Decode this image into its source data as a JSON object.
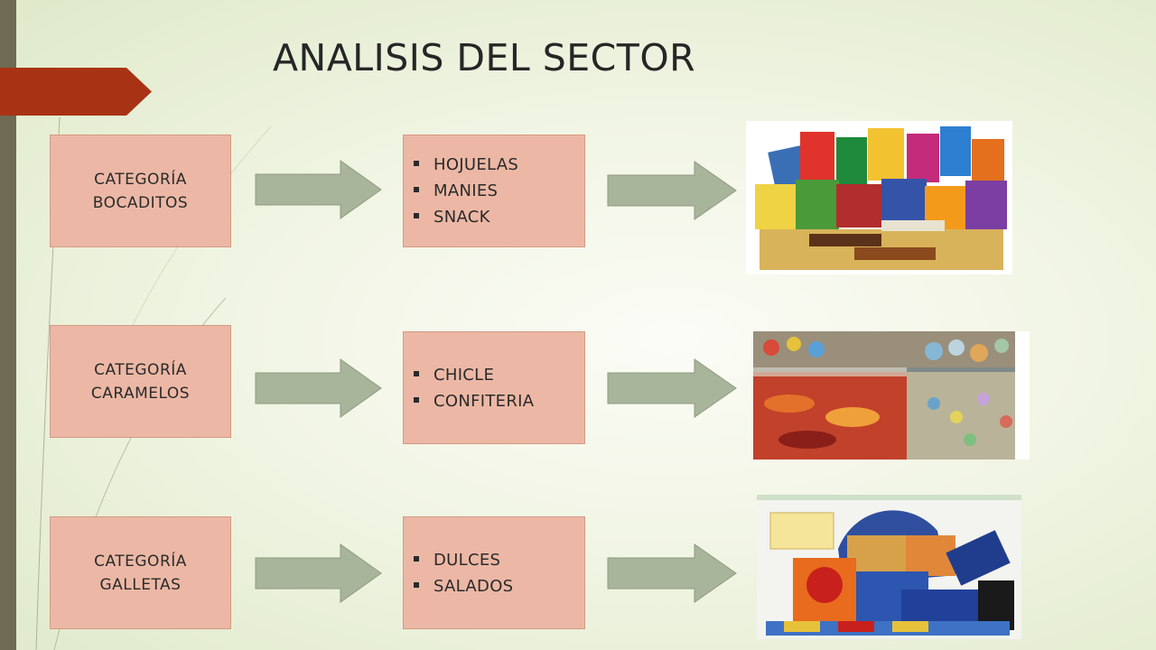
{
  "title": "ANALISIS DEL SECTOR",
  "theme": {
    "accent_red": "#a83314",
    "box_fill": "#ecb8a5",
    "arrow_fill": "#a9b59a",
    "left_bar": "#6f6a52"
  },
  "rows": [
    {
      "category": [
        "CATEGORÍA",
        "BOCADITOS"
      ],
      "items": [
        "HOJUELAS",
        "MANIES",
        "SNACK"
      ],
      "image": "snack-bags-photo"
    },
    {
      "category": [
        "CATEGORÍA",
        "CARAMELOS"
      ],
      "items": [
        "CHICLE",
        "CONFITERIA"
      ],
      "image": "candy-bins-photo"
    },
    {
      "category": [
        "CATEGORÍA",
        "GALLETAS"
      ],
      "items": [
        "DULCES",
        "SALADOS"
      ],
      "image": "cookie-boxes-photo"
    }
  ]
}
